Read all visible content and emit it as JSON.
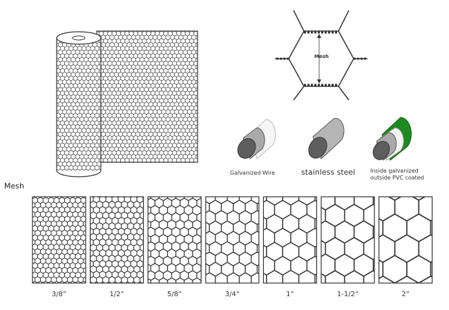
{
  "diagram": {
    "detail_label": "Mesh",
    "wires": [
      {
        "label": "Galvanized Wire",
        "coating_color": "#f4f4f4"
      },
      {
        "label": "stainless steel",
        "coating_color": ""
      },
      {
        "label": "Inside galvanized",
        "label2": "outside PVC coated",
        "coating_color": "#1f8a1f"
      }
    ],
    "mesh_section_title": "Mesh",
    "mesh_sizes": [
      "3/8”",
      "1/2”",
      "5/8”",
      "3/4”",
      "1”",
      "1-1/2”",
      "2”"
    ]
  }
}
